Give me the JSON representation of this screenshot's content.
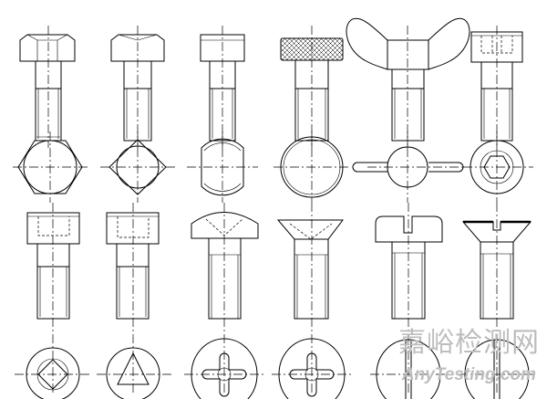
{
  "diagram": {
    "rows": [
      {
        "view": "side",
        "items": [
          "hex-head-bolt",
          "square-head-bolt",
          "t-head-bolt",
          "knurled-thumb-screw",
          "wing-screw",
          "socket-head-cap-screw"
        ]
      },
      {
        "view": "top",
        "items": [
          "hexagon",
          "square",
          "flat-sided-circle",
          "knurled-circle",
          "wing",
          "hex-socket"
        ]
      },
      {
        "view": "side",
        "items": [
          "socket-cap-screw",
          "socket-cap-screw-triangle",
          "cross-pan-head-screw",
          "cross-countersunk-screw",
          "slotted-pan-head-screw",
          "slotted-countersunk-screw"
        ]
      },
      {
        "view": "top",
        "items": [
          "square-socket",
          "triangle-socket",
          "cross-recess",
          "cross-recess",
          "slot",
          "slot"
        ]
      }
    ],
    "line_color": "#000000",
    "background": "#ffffff"
  },
  "watermark": {
    "cn": "嘉峪检测网",
    "en": "AnyTesting.com",
    "color": "#bdbdbd"
  }
}
